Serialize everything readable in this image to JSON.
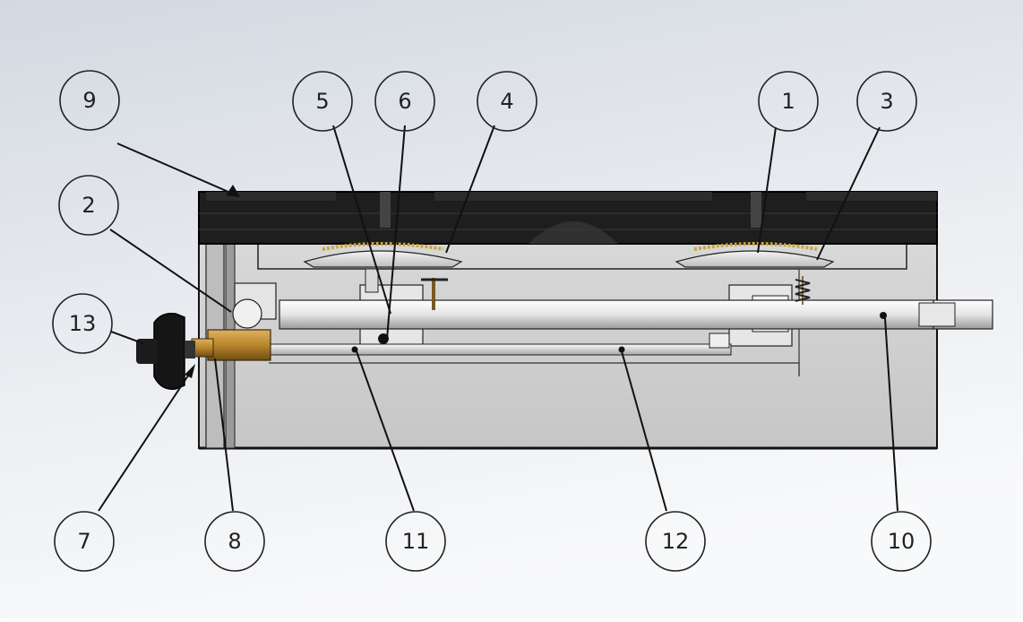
{
  "balloons": [
    {
      "id": "9",
      "label": "9"
    },
    {
      "id": "5",
      "label": "5"
    },
    {
      "id": "6",
      "label": "6"
    },
    {
      "id": "4",
      "label": "4"
    },
    {
      "id": "1",
      "label": "1"
    },
    {
      "id": "3",
      "label": "3"
    },
    {
      "id": "2",
      "label": "2"
    },
    {
      "id": "13",
      "label": "13"
    },
    {
      "id": "7",
      "label": "7"
    },
    {
      "id": "8",
      "label": "8"
    },
    {
      "id": "11",
      "label": "11"
    },
    {
      "id": "12",
      "label": "12"
    },
    {
      "id": "10",
      "label": "10"
    }
  ],
  "colors": {
    "background_top": "#d5dbe2",
    "background_bottom": "#f7f8fa",
    "housing_fill": "#cfcfcf",
    "top_grate": "#1e1e1e",
    "burner_cap": "#e8e8e8",
    "rod": "#f2f2f2",
    "brass": "#b8862b",
    "knob": "#151515",
    "outline": "#111111",
    "balloon_stroke": "#222222"
  }
}
